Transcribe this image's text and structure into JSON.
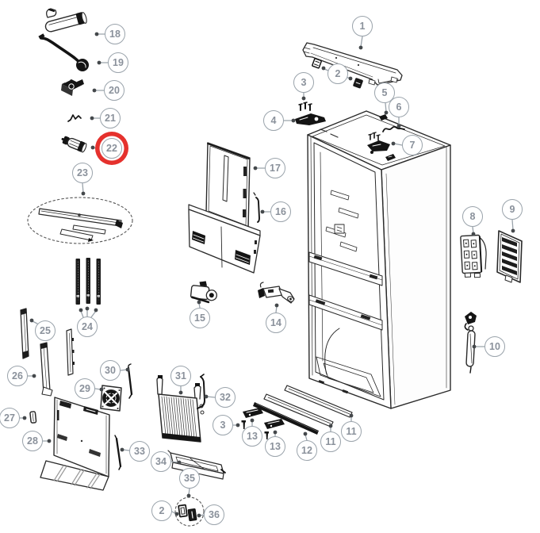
{
  "diagram": {
    "kind": "exploded-parts-diagram",
    "highlighted_callout": "22",
    "colors": {
      "background": "#ffffff",
      "line_art": "#2a2a2a",
      "callout_ring": "#9aa3ab",
      "callout_text": "#8a919b",
      "leader_line": "#9aa3ab",
      "leader_dot": "#44484b",
      "highlight_ring": "#e5312d"
    },
    "callouts": [
      {
        "label": "18"
      },
      {
        "label": "19"
      },
      {
        "label": "20"
      },
      {
        "label": "21"
      },
      {
        "label": "22",
        "highlight": true
      },
      {
        "label": "23"
      },
      {
        "label": "24"
      },
      {
        "label": "25"
      },
      {
        "label": "26"
      },
      {
        "label": "27"
      },
      {
        "label": "28"
      },
      {
        "label": "29"
      },
      {
        "label": "30"
      },
      {
        "label": "31"
      },
      {
        "label": "32"
      },
      {
        "label": "33"
      },
      {
        "label": "34"
      },
      {
        "label": "35"
      },
      {
        "label": "2"
      },
      {
        "label": "36"
      },
      {
        "label": "15"
      },
      {
        "label": "14"
      },
      {
        "label": "17"
      },
      {
        "label": "16"
      },
      {
        "label": "1"
      },
      {
        "label": "2"
      },
      {
        "label": "3"
      },
      {
        "label": "4"
      },
      {
        "label": "5"
      },
      {
        "label": "6"
      },
      {
        "label": "7"
      },
      {
        "label": "8"
      },
      {
        "label": "9"
      },
      {
        "label": "10"
      },
      {
        "label": "3"
      },
      {
        "label": "13"
      },
      {
        "label": "13"
      },
      {
        "label": "12"
      },
      {
        "label": "11"
      },
      {
        "label": "11"
      }
    ]
  }
}
